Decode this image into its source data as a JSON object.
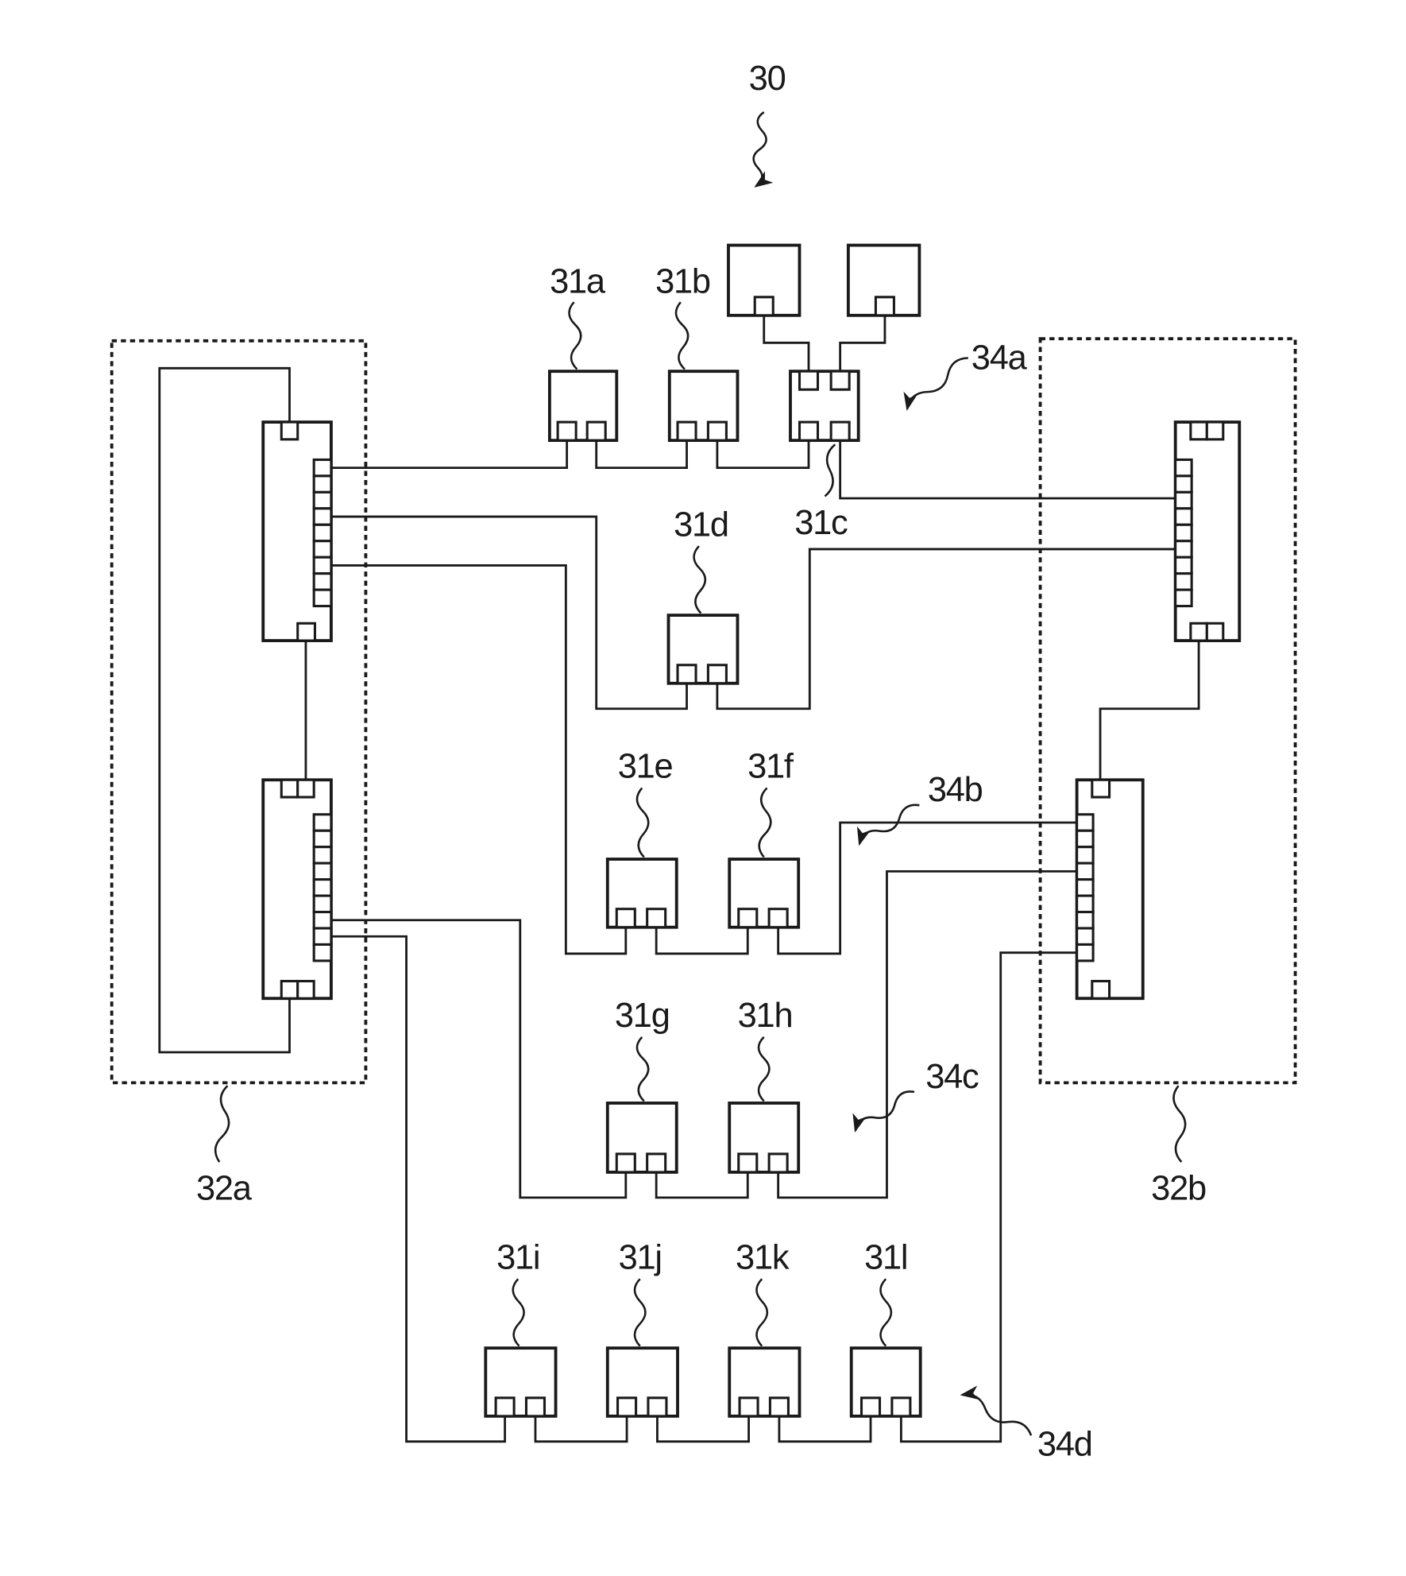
{
  "figure": {
    "ref_30": "30",
    "nodes": {
      "n31a": "31a",
      "n31b": "31b",
      "n31c": "31c",
      "n31d": "31d",
      "n31e": "31e",
      "n31f": "31f",
      "n31g": "31g",
      "n31h": "31h",
      "n31i": "31i",
      "n31j": "31j",
      "n31k": "31k",
      "n31l": "31l"
    },
    "domains": {
      "d32a": "32a",
      "d32b": "32b"
    },
    "chains": {
      "c34a": "34a",
      "c34b": "34b",
      "c34c": "34c",
      "c34d": "34d"
    }
  },
  "colors": {
    "ink": "#1a1a1a",
    "background": "#ffffff"
  }
}
